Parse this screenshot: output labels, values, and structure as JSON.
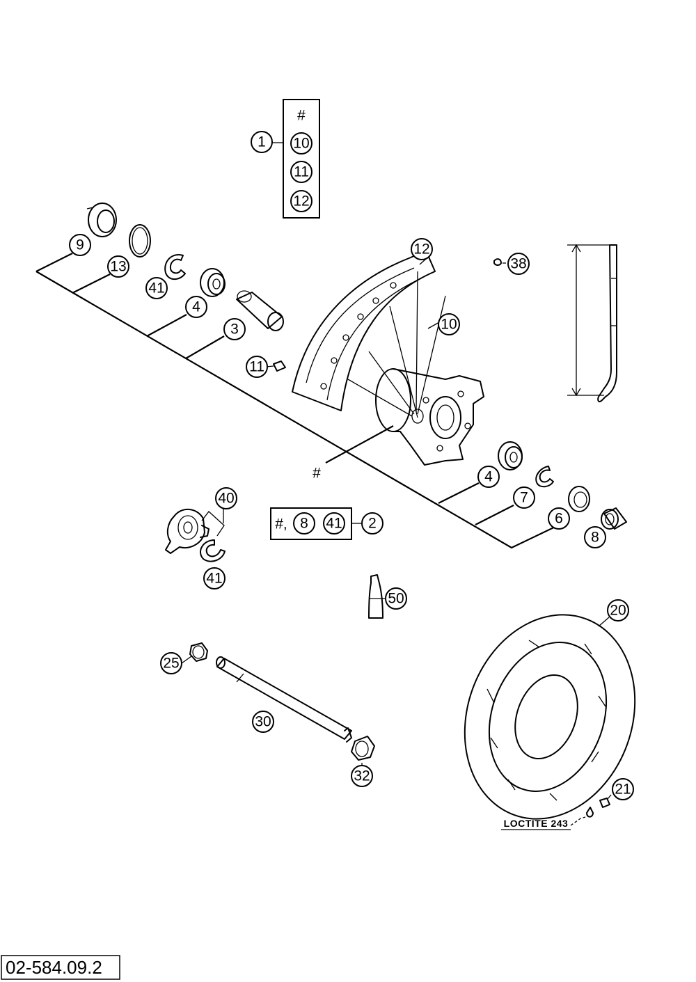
{
  "part_labels": {
    "p1": "1",
    "p2": "2",
    "p3": "3",
    "p4": "4",
    "p6": "6",
    "p7": "7",
    "p8": "8",
    "p9": "9",
    "p10": "10",
    "p11": "11",
    "p12": "12",
    "p13": "13",
    "p20": "20",
    "p21": "21",
    "p25": "25",
    "p30": "30",
    "p32": "32",
    "p38": "38",
    "p40": "40",
    "p41": "41",
    "p50": "50"
  },
  "hash_symbol": "#",
  "kit2_prefix": "#,",
  "annotation": "LOCTITE 243",
  "drawing_number": "02-584.09.2"
}
